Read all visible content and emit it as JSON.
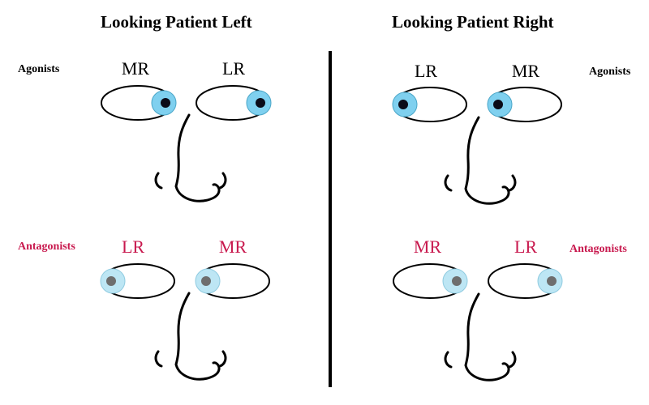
{
  "colors": {
    "agonist_text": "#000000",
    "antagonist_text": "#c8194e",
    "agonist_iris": "#7fd0ef",
    "agonist_pupil": "#0b0b18",
    "antagonist_iris": "#bde6f4",
    "antagonist_pupil": "#6e6e6e",
    "outline": "#000000"
  },
  "left_panel": {
    "title": "Looking Patient Left",
    "agonists": {
      "label": "Agonists",
      "eye1_muscle": "MR",
      "eye2_muscle": "LR",
      "gaze": "left"
    },
    "antagonists": {
      "label": "Antagonists",
      "eye1_muscle": "LR",
      "eye2_muscle": "MR",
      "gaze": "right"
    }
  },
  "right_panel": {
    "title": "Looking Patient Right",
    "agonists": {
      "label": "Agonists",
      "eye1_muscle": "LR",
      "eye2_muscle": "MR",
      "gaze": "right"
    },
    "antagonists": {
      "label": "Antagonists",
      "eye1_muscle": "MR",
      "eye2_muscle": "LR",
      "gaze": "left"
    }
  }
}
